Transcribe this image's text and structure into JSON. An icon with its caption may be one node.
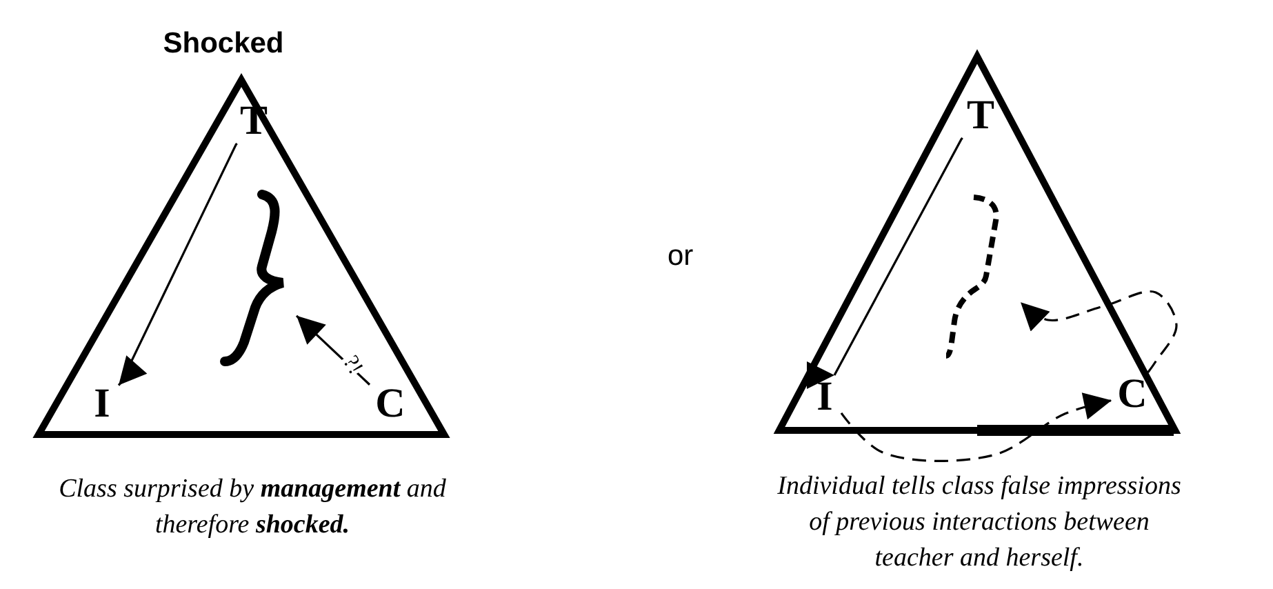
{
  "diagram": {
    "nodes": [
      {
        "text": [
          "Shocked"
        ]
      },
      {
        "text": [
          "T"
        ],
        "in": 0
      },
      {
        "text": [
          "I"
        ],
        "in": 0
      },
      {
        "text": [
          "C"
        ],
        "in": 0
      },
      {
        "text": [],
        "shape": "brace",
        "in": 0
      },
      {
        "text": [],
        "shape": "triangle"
      },
      {
        "text": [
          "T"
        ],
        "in": 5
      },
      {
        "text": [
          "I"
        ],
        "in": 5
      },
      {
        "text": [
          "C"
        ],
        "in": 5
      },
      {
        "text": [],
        "shape": "brace",
        "in": 5
      }
    ],
    "edges": [
      {
        "from": 1,
        "to": 2,
        "arrow": "to"
      },
      {
        "from": 3,
        "to": 4,
        "arrow": "to",
        "label": "?!"
      },
      {
        "from": 6,
        "to": 7,
        "arrow": "to"
      },
      {
        "from": 8,
        "to": 9,
        "arrow": "to",
        "style": "dashed"
      },
      {
        "from": 7,
        "to": 8,
        "arrow": "to",
        "style": "dashed"
      }
    ],
    "labels": [
      "or",
      "Class surprised by **management** and therefore **shocked.**",
      "Individual tells class false impressions of previous interactions between teacher and herself."
    ]
  }
}
